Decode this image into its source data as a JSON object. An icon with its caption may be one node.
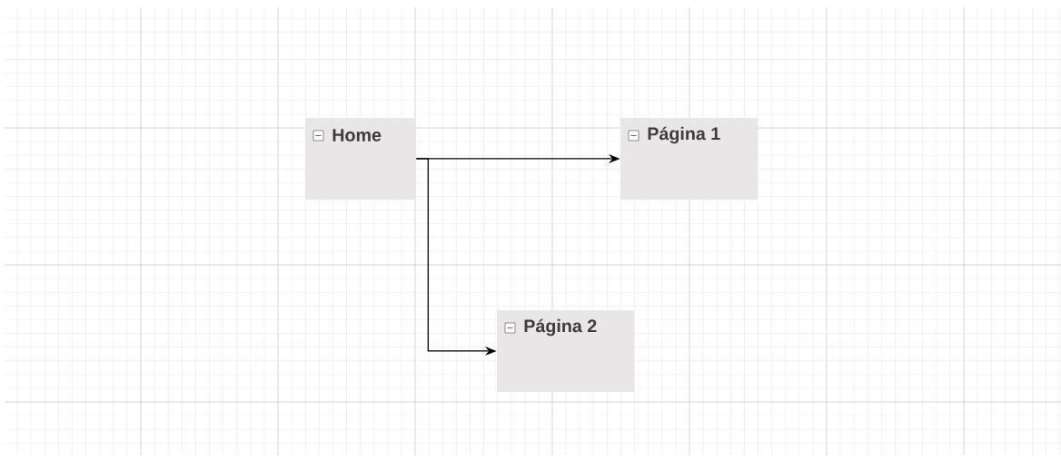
{
  "diagram": {
    "nodes": [
      {
        "text": [
          "Home"
        ]
      },
      {
        "text": [
          "Página 1"
        ]
      },
      {
        "text": [
          "Página 2"
        ]
      }
    ],
    "edges": [
      {
        "from": 0,
        "to": 1,
        "arrow": "to"
      },
      {
        "from": 0,
        "to": 2,
        "arrow": "to"
      }
    ]
  }
}
